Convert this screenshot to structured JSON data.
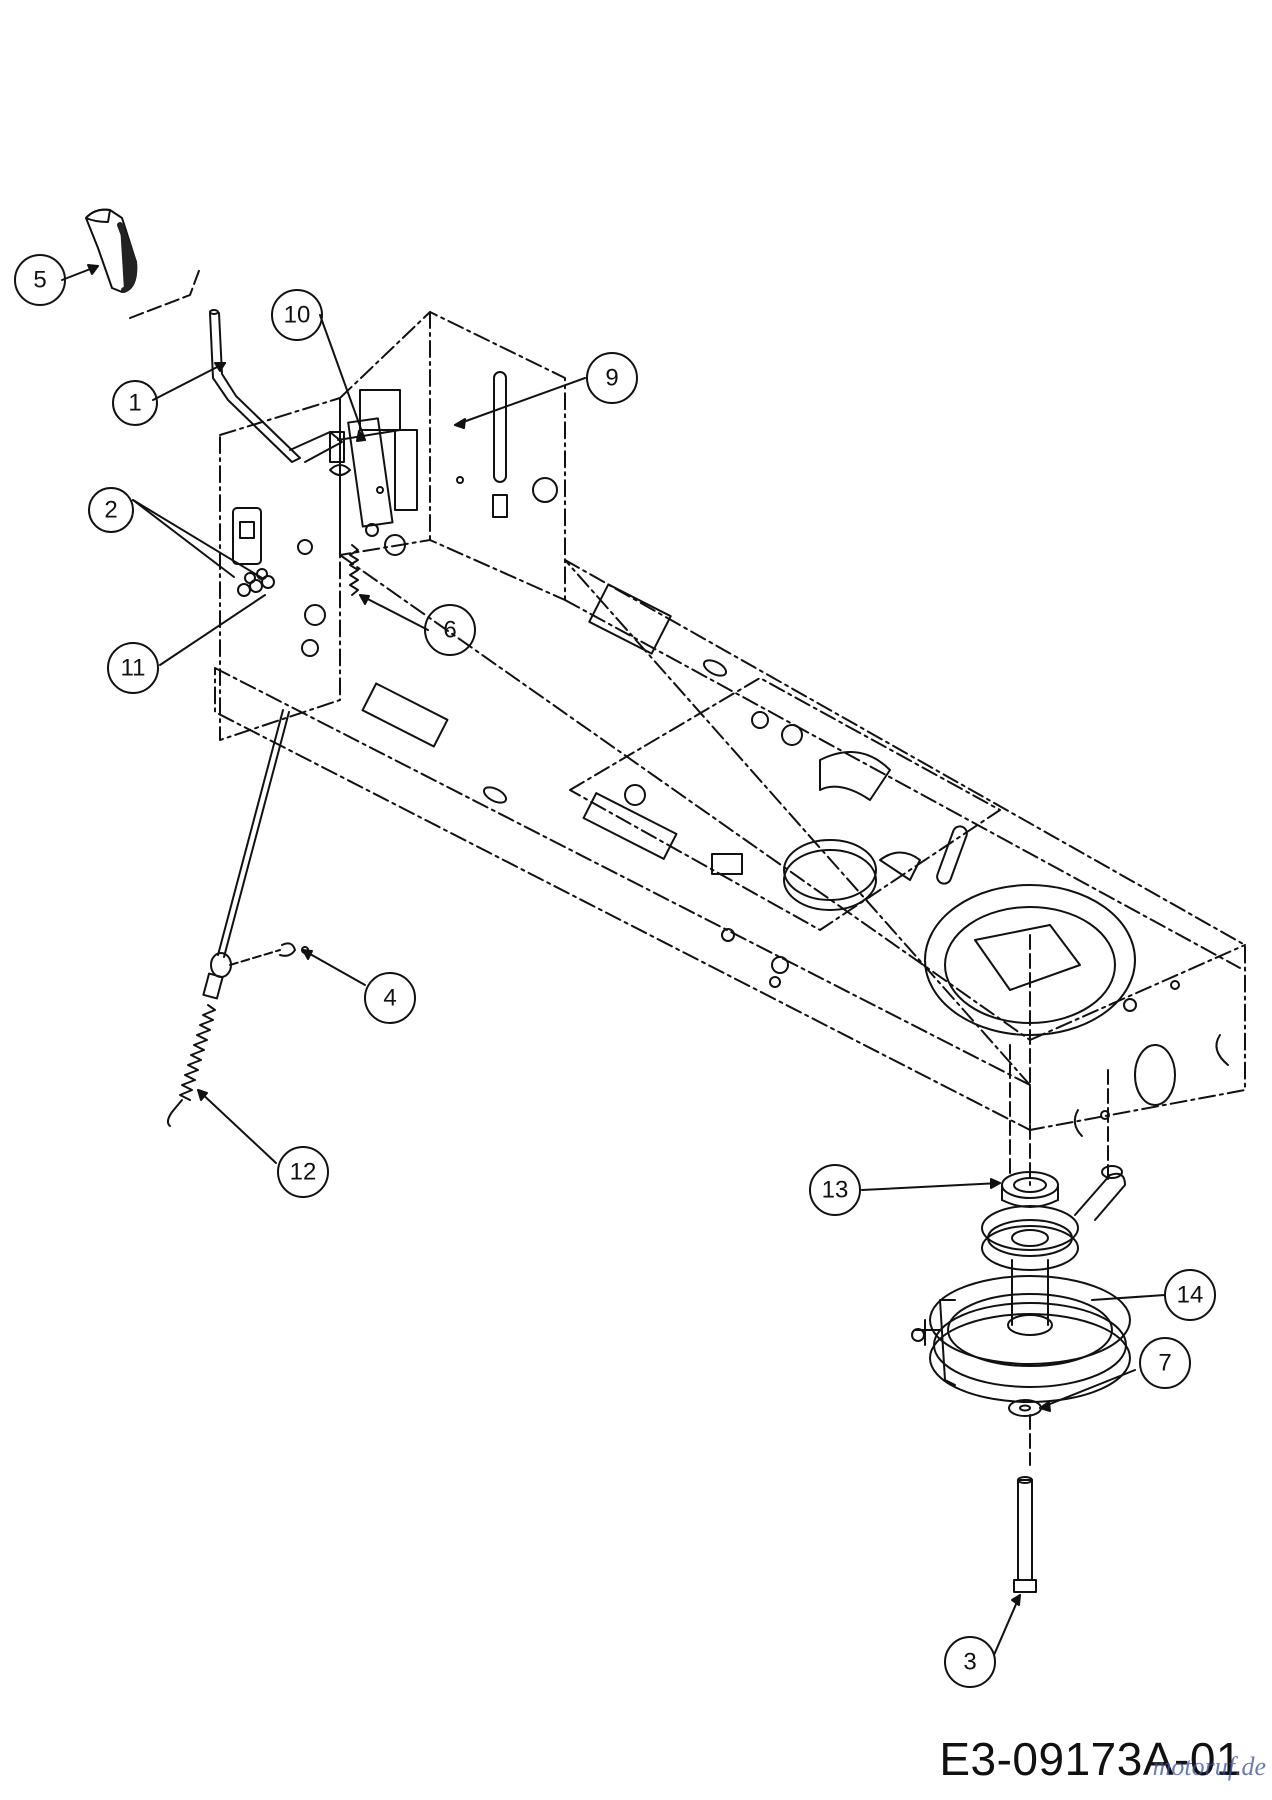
{
  "diagram": {
    "callouts": [
      "1",
      "2",
      "3",
      "4",
      "5",
      "6",
      "7",
      "9",
      "10",
      "11",
      "12",
      "13",
      "14"
    ],
    "drawing_code": "E3-09173A-01",
    "watermark": "motoruf.de"
  },
  "colors": {
    "line": "#111111",
    "watermark": "#3a4f9c"
  }
}
